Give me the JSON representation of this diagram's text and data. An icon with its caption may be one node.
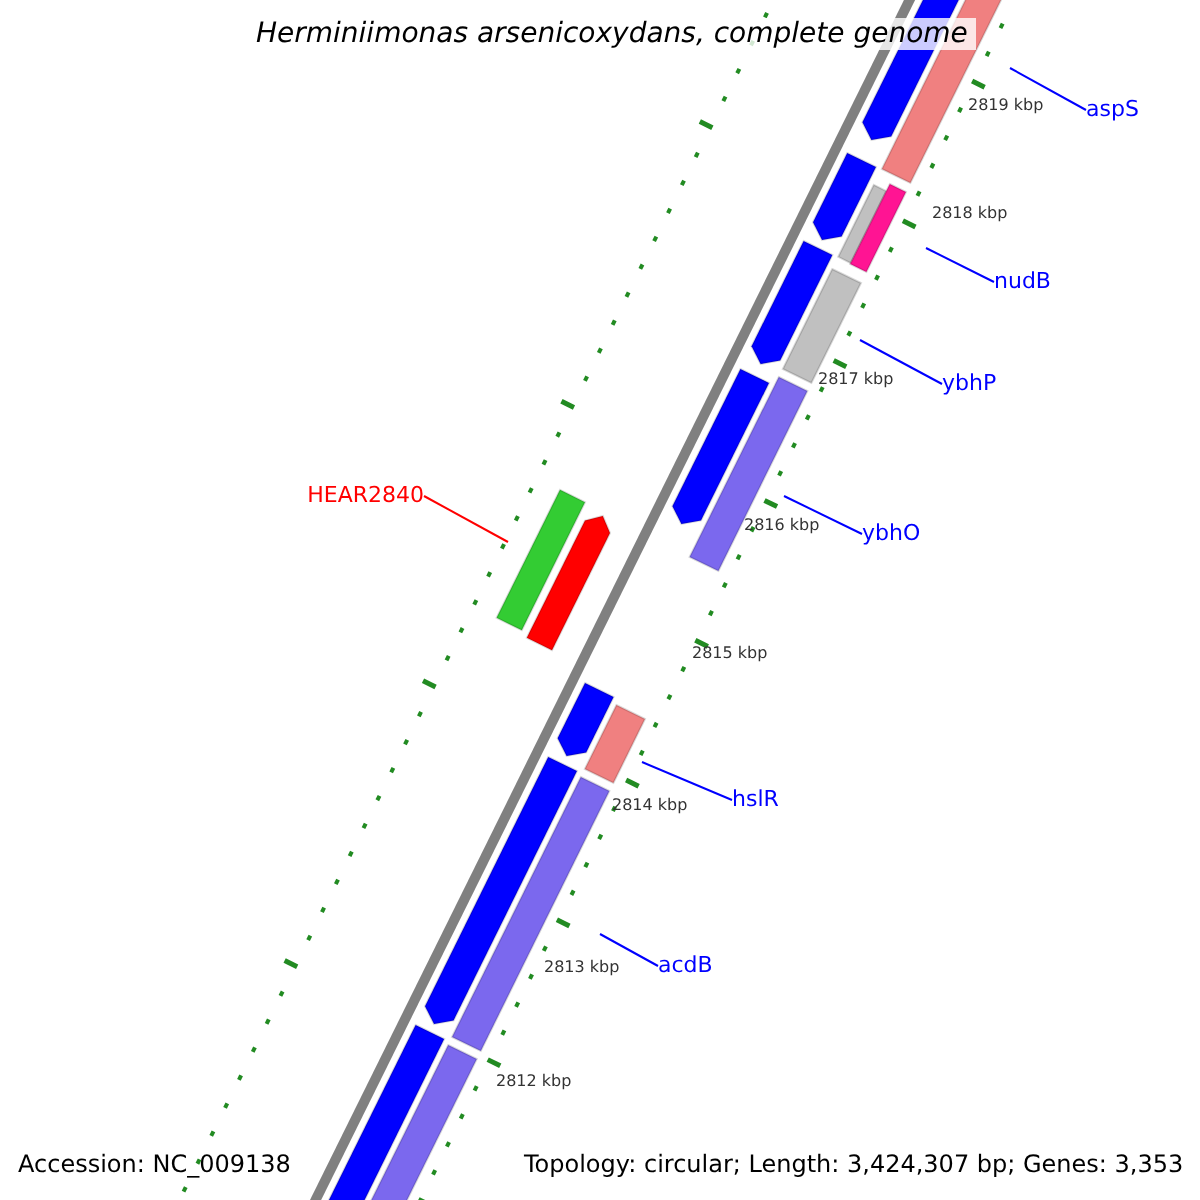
{
  "diagram": {
    "title": "Herminiimonas arsenicoxydans, complete genome",
    "nodes": [
      {
        "text": [
          "aspS"
        ]
      },
      {
        "text": [
          "nudB"
        ]
      },
      {
        "text": [
          "ybhP"
        ]
      },
      {
        "text": [
          "HEAR2840"
        ]
      },
      {
        "text": [
          "ybhO"
        ]
      },
      {
        "text": [
          "hslR"
        ]
      },
      {
        "text": [
          "acdB"
        ]
      }
    ],
    "edges": [
      {
        "from": 0,
        "to": null,
        "arrow": "none"
      },
      {
        "from": 1,
        "to": null,
        "arrow": "none"
      },
      {
        "from": 2,
        "to": null,
        "arrow": "none"
      },
      {
        "from": 3,
        "to": null,
        "arrow": "none",
        "color": "#ff0000"
      },
      {
        "from": 4,
        "to": null,
        "arrow": "none"
      },
      {
        "from": 5,
        "to": null,
        "arrow": "none"
      },
      {
        "from": 6,
        "to": null,
        "arrow": "none"
      }
    ],
    "labels": [
      "2819 kbp",
      "2818 kbp",
      "2817 kbp",
      "2816 kbp",
      "2815 kbp",
      "2814 kbp",
      "2813 kbp",
      "2812 kbp",
      "Accession: NC_009138",
      "Topology: circular; Length: 3,424,307 bp; Genes: 3,353"
    ]
  }
}
